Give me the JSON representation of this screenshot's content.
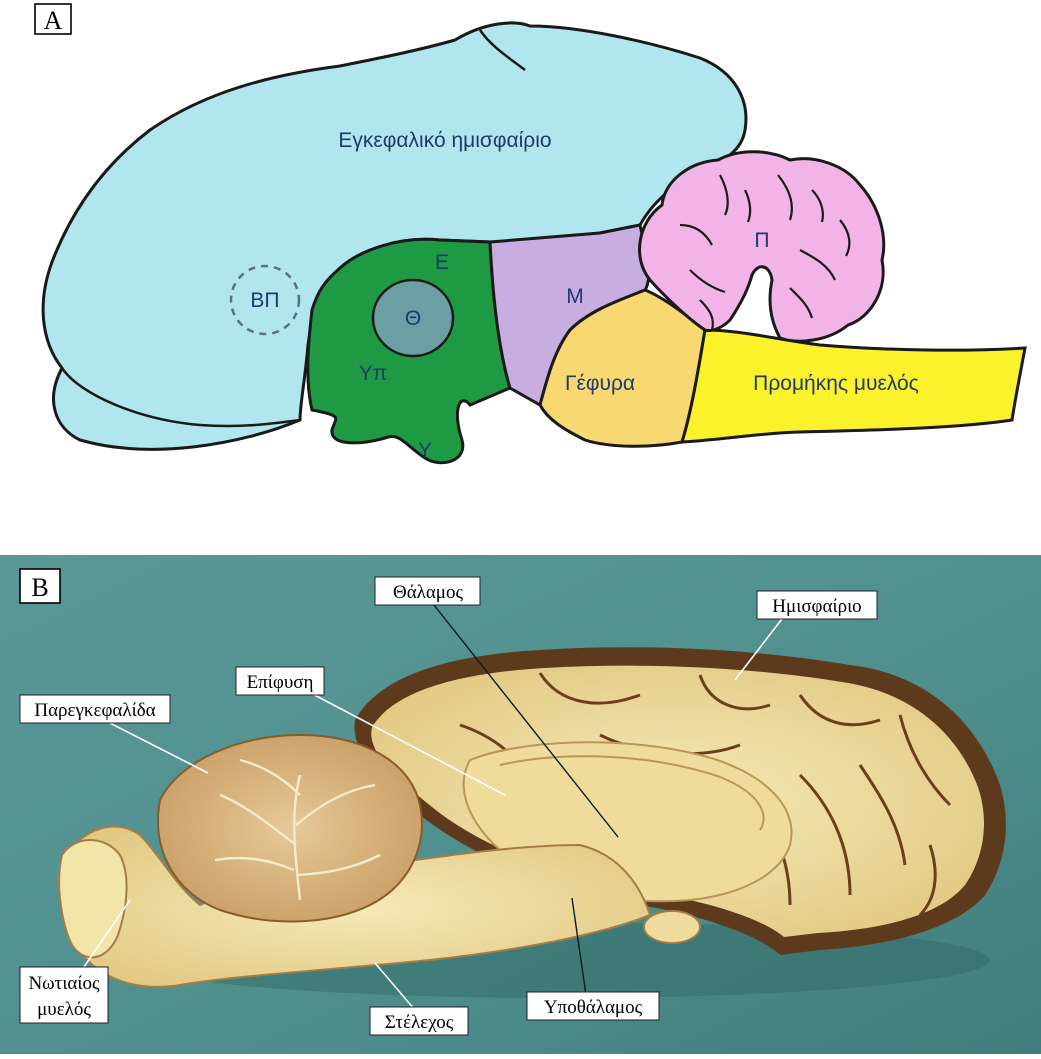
{
  "panel_a": {
    "tag": "A",
    "labels": {
      "hemisphere": "Εγκεφαλικό ημισφαίριο",
      "bp": "ΒΠ",
      "e": "Ε",
      "theta": "Θ",
      "yp": "Υπ",
      "y": "Υ",
      "m": "Μ",
      "p": "Π",
      "gefyra": "Γέφυρα",
      "promikis": "Προμήκης μυελός"
    },
    "colors": {
      "hemisphere": "#b2e6ee",
      "diencephalon": "#1f9a44",
      "thalamus": "#6c9fa3",
      "midbrain": "#c8aee0",
      "cerebellum": "#f2b3e6",
      "pons": "#f8d870",
      "medulla": "#fcf22c"
    }
  },
  "panel_b": {
    "tag": "B",
    "labels": {
      "thalamos": "Θάλαμος",
      "imisfairio": "Ημισφαίριο",
      "epifysi": "Επίφυση",
      "paregkefalida": "Παρεγκεφαλίδα",
      "notiaios_1": "Νωτιαίος",
      "notiaios_2": "μυελός",
      "stelexos": "Στέλεχος",
      "ypothalamos": "Υποθάλαμος"
    },
    "colors": {
      "background": "#4e8f8d",
      "tissue": "#f0e0a4"
    }
  }
}
